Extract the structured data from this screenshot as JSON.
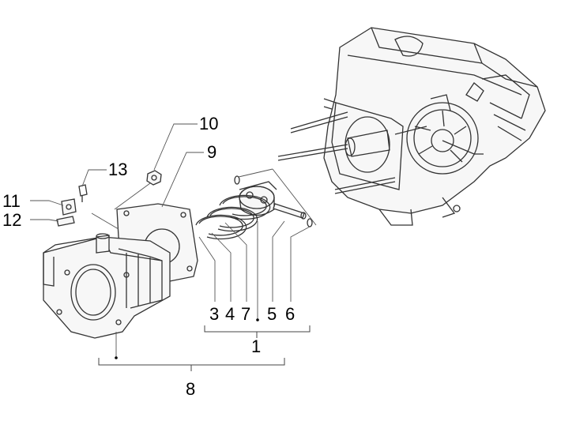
{
  "diagram": {
    "callouts": {
      "n1": "1",
      "n3": "3",
      "n4": "4",
      "n5": "5",
      "n6": "6",
      "n7": "7",
      "n8": "8",
      "n9": "9",
      "n10": "10",
      "n11": "11",
      "n12": "12",
      "n13": "13"
    }
  }
}
